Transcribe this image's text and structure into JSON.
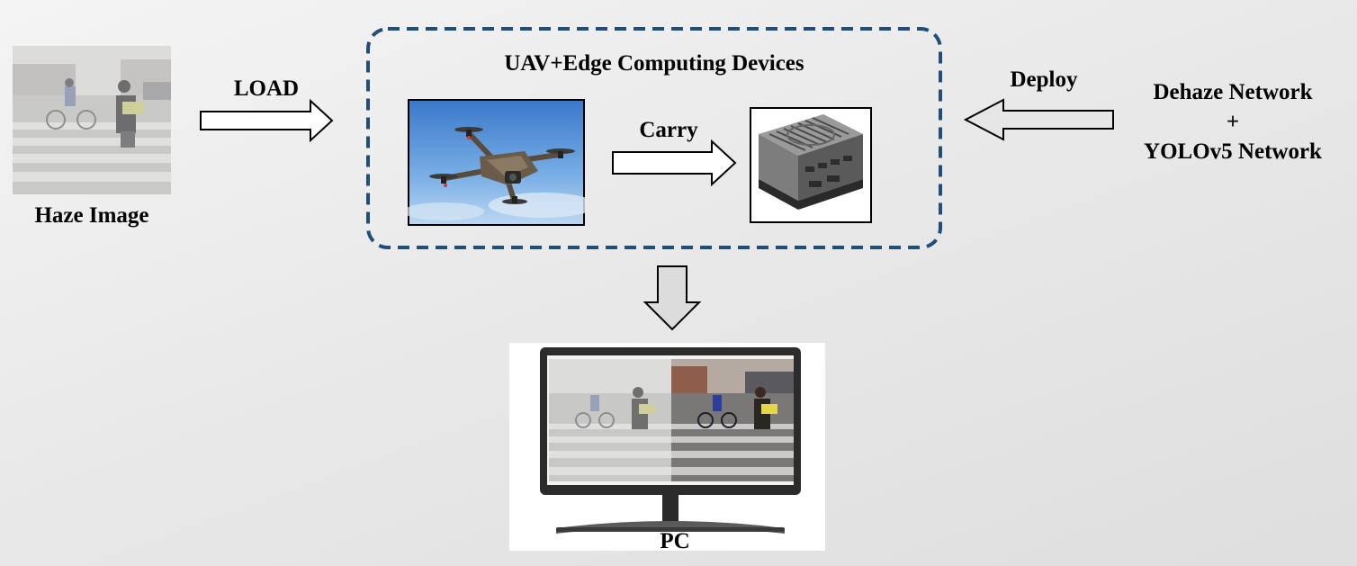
{
  "haze_image": {
    "caption": "Haze Image"
  },
  "load_arrow": {
    "label": "LOAD"
  },
  "edge_group": {
    "title": "UAV+Edge Computing Devices",
    "carry_label": "Carry"
  },
  "deploy_arrow": {
    "label": "Deploy"
  },
  "networks": {
    "line1": "Dehaze Network",
    "line2": "+",
    "line3": "YOLOv5 Network"
  },
  "pc": {
    "caption": "PC"
  },
  "colors": {
    "dashed_border": "#1f4e79",
    "arrow_fill": "#ffffff",
    "deploy_arrow_fill": "#e6e6e6",
    "down_arrow_fill": "#dcdcdc"
  }
}
